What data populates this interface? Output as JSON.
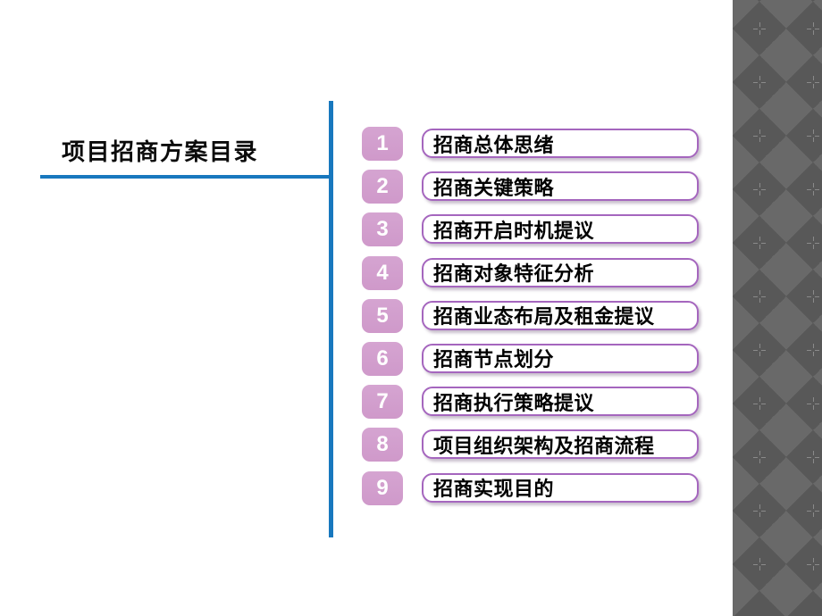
{
  "slide": {
    "background_color": "#ffffff",
    "accent_blue": "#1878BE"
  },
  "header": {
    "title": "项目招商方案目录"
  },
  "toc": {
    "number_badge_color": "#CF99CA",
    "box_border_color": "#A566BE",
    "items": [
      {
        "number": "1",
        "label": "招商总体思绪"
      },
      {
        "number": "2",
        "label": "招商关键策略"
      },
      {
        "number": "3",
        "label": "招商开启时机提议"
      },
      {
        "number": "4",
        "label": "招商对象特征分析"
      },
      {
        "number": "5",
        "label": "招商业态布局及租金提议"
      },
      {
        "number": "6",
        "label": "招商节点划分"
      },
      {
        "number": "7",
        "label": "招商执行策略提议"
      },
      {
        "number": "8",
        "label": "项目组织架构及招商流程"
      },
      {
        "number": "9",
        "label": "招商实现目的"
      }
    ]
  },
  "sidebar": {
    "base_color": "#696969",
    "diamond_color": "#585858",
    "sparkle_color": "#8A8A8A"
  }
}
